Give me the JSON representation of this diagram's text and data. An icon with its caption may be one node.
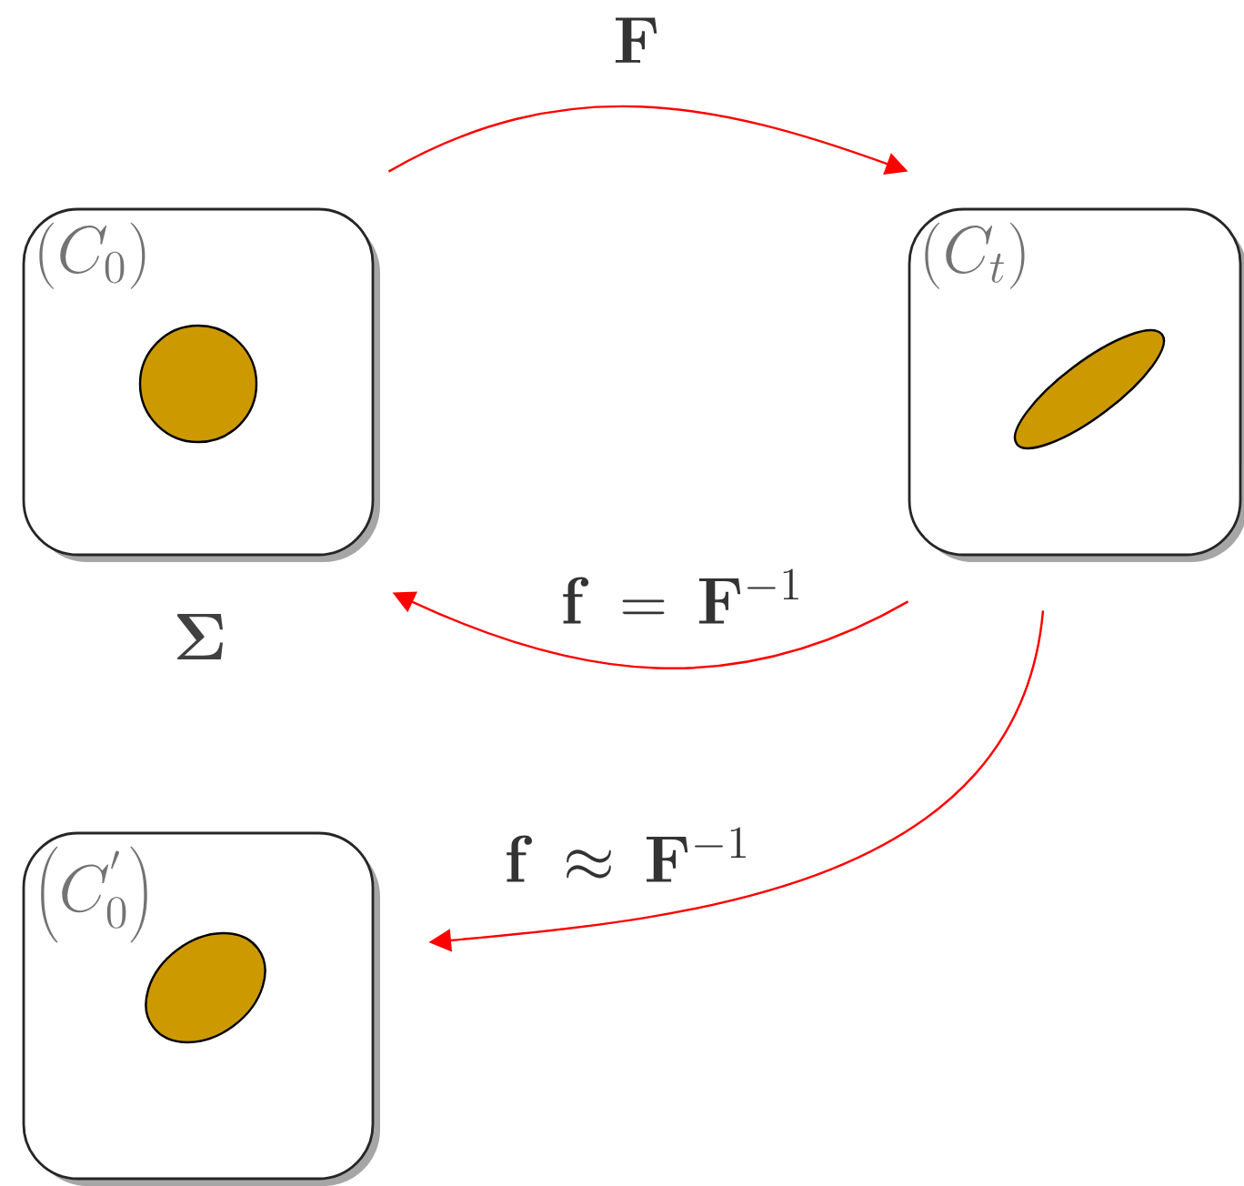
{
  "diagram": {
    "nodes": [
      {
        "text": [
          "\\left(C_{0}\\right)"
        ],
        "beside": [
          "\\mathbf{\\Sigma}"
        ]
      },
      {
        "text": [
          "\\left(C_{t}\\right)"
        ]
      },
      {
        "text": [
          "\\left(C_{0}^{'}\\right)"
        ]
      }
    ],
    "edges": [
      {
        "from": 0,
        "to": 1,
        "arrow": "to",
        "label": "\\mathbf{F}"
      },
      {
        "from": 1,
        "to": 0,
        "arrow": "to",
        "label": "\\mathbf{f}\\,=\\,\\mathbf{F}^{-1}"
      },
      {
        "from": 1,
        "to": 2,
        "arrow": "to",
        "label": "\\mathbf{f}\\,\\approx\\,\\mathbf{F}^{-1}"
      }
    ]
  }
}
